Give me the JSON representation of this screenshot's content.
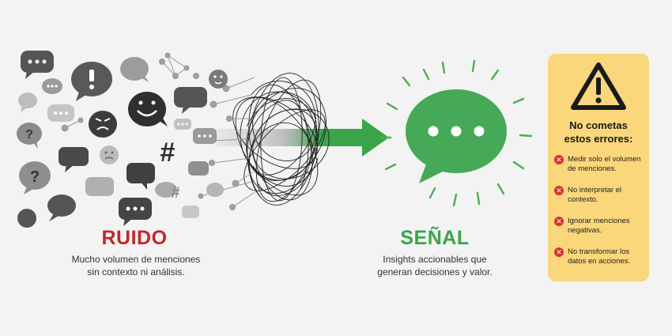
{
  "noise": {
    "title": "RUIDO",
    "description_line1": "Mucho volumen de menciones",
    "description_line2": "sin contexto ni análisis.",
    "hash_symbol": "#",
    "color": "#c0272d"
  },
  "signal": {
    "title": "SEÑAL",
    "description_line1": "Insights accionables que",
    "description_line2": "generan decisiones y valor.",
    "color": "#3aa54b"
  },
  "warning": {
    "icon": "warning-triangle-icon",
    "heading_line1": "No cometas",
    "heading_line2": "estos errores:",
    "card_color": "#f9d77a",
    "mark_color": "#d9322f",
    "items": [
      {
        "line1": "Medir solo el volumen",
        "line2": "de menciones."
      },
      {
        "line1": "No interpretar el",
        "line2": "contexto."
      },
      {
        "line1": "Ignorar menciones",
        "line2": "negativas."
      },
      {
        "line1": "No transformar los",
        "line2": "datos en acciones."
      }
    ]
  }
}
